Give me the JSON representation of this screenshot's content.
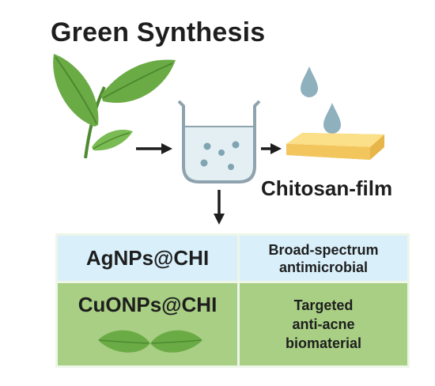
{
  "title": "Green Synthesis",
  "film_label": "Chitosan-film",
  "table": {
    "rows": [
      {
        "name": "AgNPs@CHI",
        "property": [
          "Broad-spectrum",
          "antimicrobial"
        ]
      },
      {
        "name": "CuONPs@CHI",
        "property": [
          "Targeted",
          "anti-acne",
          "biomaterial"
        ]
      }
    ]
  },
  "colors": {
    "leaf": "#6bab45",
    "leaf_dark": "#4d8a2f",
    "beaker_outline": "#8ea3ad",
    "liquid": "#e4eff3",
    "droplet": "#8fb0bd",
    "film_top": "#fbe089",
    "film_side": "#e8b54a",
    "row1_bg": "#d9f0fb",
    "row2_bg": "#a8cf84",
    "arrow": "#1e1e1e"
  },
  "icons": [
    "tea-leaf-icon",
    "beaker-icon",
    "water-drop-icon",
    "film-sheet-icon",
    "leaf-pair-icon"
  ]
}
